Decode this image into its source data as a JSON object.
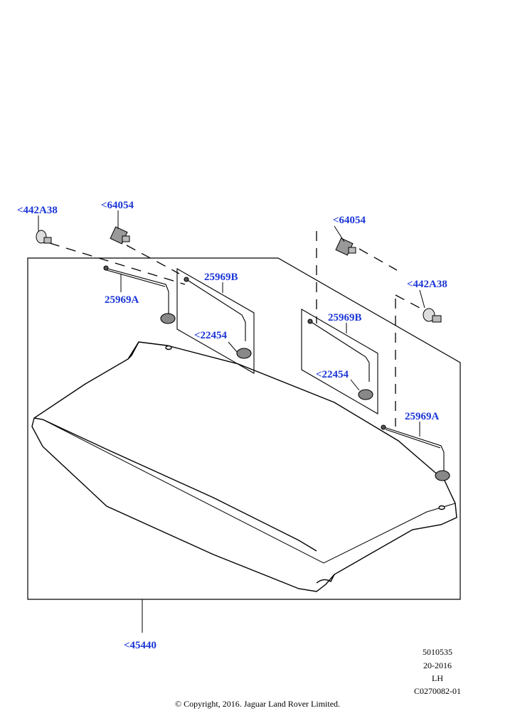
{
  "callouts": {
    "clip_left": "<442A38",
    "bracket_left": "<64054",
    "bracket_right": "<64054",
    "clip_right": "<442A38",
    "strap_left": "25969A",
    "strap_right": "25969A",
    "strap_kit_left": "25969B",
    "strap_kit_right": "25969B",
    "knob_left": "<22454",
    "knob_right": "<22454",
    "package_tray": "<45440"
  },
  "meta": {
    "ref_number": "5010535",
    "date_code": "20-2016",
    "side": "LH",
    "illustration_code": "C0270082-01",
    "copyright": "© Copyright, 2016. Jaguar Land Rover Limited."
  }
}
